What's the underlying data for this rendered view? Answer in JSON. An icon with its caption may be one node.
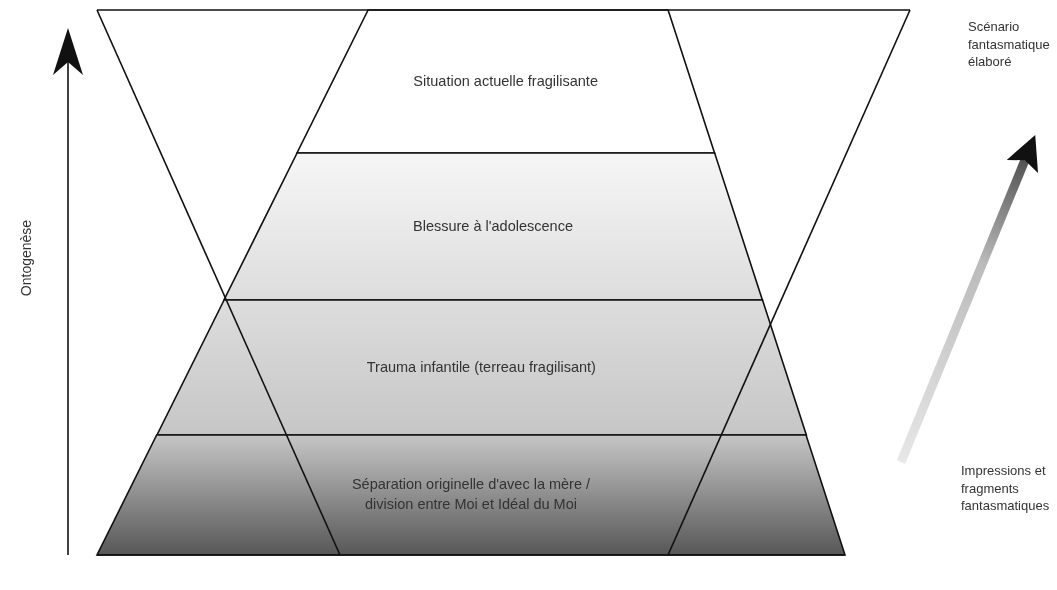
{
  "diagram": {
    "nodes": [
      {
        "text": [
          "Situation actuelle fragilisante"
        ]
      },
      {
        "text": [
          "Blessure à l'adolescence"
        ]
      },
      {
        "text": [
          "Trauma infantile (terreau fragilisant)"
        ]
      },
      {
        "text": [
          "Séparation originelle d'avec la mère / division entre Moi et Idéal du Moi"
        ]
      },
      {
        "text": [
          "Scénario fantasmatique élaboré"
        ]
      },
      {
        "text": [
          "Impressions et fragments fantasmatiques"
        ]
      }
    ],
    "edges": [
      {
        "from": 5,
        "to": 4,
        "arrow": "to",
        "style": "thick"
      }
    ],
    "labels": [
      "Ontogenèse"
    ]
  }
}
